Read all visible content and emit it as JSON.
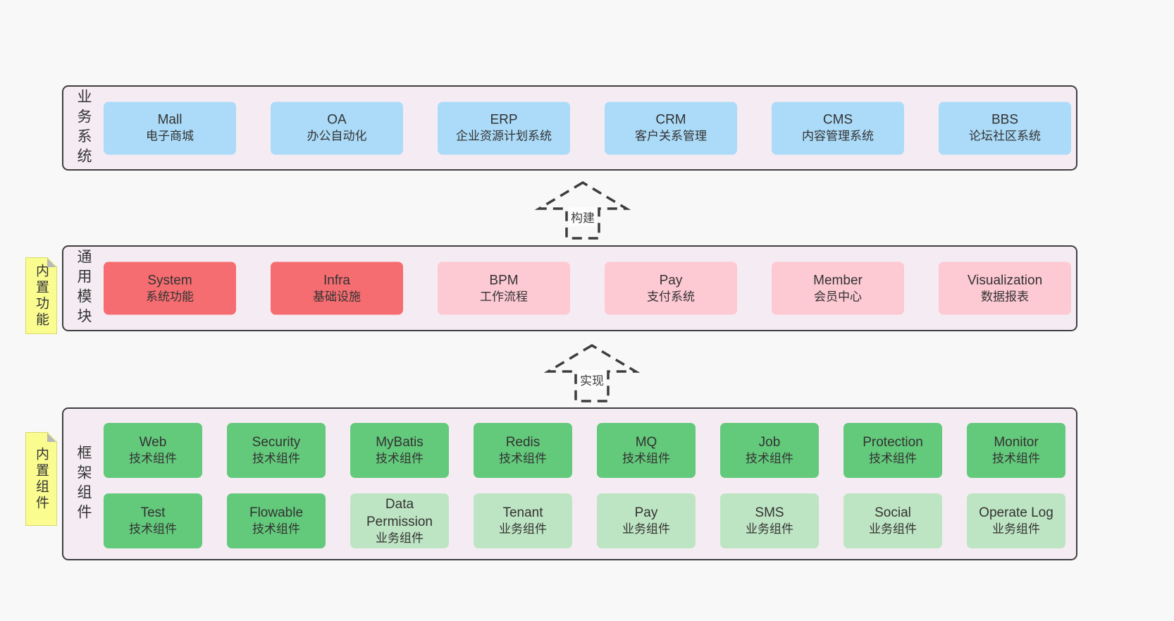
{
  "colors": {
    "page_bg": "#f8f8f8",
    "layer_bg": "#f5ecf3",
    "layer_border": "#3f3f3f",
    "blue": "#abdbf8",
    "red": "#f56d71",
    "pink": "#fdc9d3",
    "green": "#63c97b",
    "light_green": "#bee5c3",
    "sticky_yellow": "#fafc90",
    "text": "#333333"
  },
  "arrows": [
    {
      "label": "构建"
    },
    {
      "label": "实现"
    }
  ],
  "stickies": [
    {
      "label": "内置功能"
    },
    {
      "label": "内置组件"
    }
  ],
  "layers": [
    {
      "label": "业务系统",
      "rows": [
        [
          {
            "name": "Mall",
            "desc": "电子商城",
            "color": "blue"
          },
          {
            "name": "OA",
            "desc": "办公自动化",
            "color": "blue"
          },
          {
            "name": "ERP",
            "desc": "企业资源计划系统",
            "color": "blue"
          },
          {
            "name": "CRM",
            "desc": "客户关系管理",
            "color": "blue"
          },
          {
            "name": "CMS",
            "desc": "内容管理系统",
            "color": "blue"
          },
          {
            "name": "BBS",
            "desc": "论坛社区系统",
            "color": "blue"
          }
        ]
      ]
    },
    {
      "label": "通用模块",
      "rows": [
        [
          {
            "name": "System",
            "desc": "系统功能",
            "color": "red"
          },
          {
            "name": "Infra",
            "desc": "基础设施",
            "color": "red"
          },
          {
            "name": "BPM",
            "desc": "工作流程",
            "color": "pink"
          },
          {
            "name": "Pay",
            "desc": "支付系统",
            "color": "pink"
          },
          {
            "name": "Member",
            "desc": "会员中心",
            "color": "pink"
          },
          {
            "name": "Visualization",
            "desc": "数据报表",
            "color": "pink"
          }
        ]
      ]
    },
    {
      "label": "框架组件",
      "rows": [
        [
          {
            "name": "Web",
            "desc": "技术组件",
            "color": "green"
          },
          {
            "name": "Security",
            "desc": "技术组件",
            "color": "green"
          },
          {
            "name": "MyBatis",
            "desc": "技术组件",
            "color": "green"
          },
          {
            "name": "Redis",
            "desc": "技术组件",
            "color": "green"
          },
          {
            "name": "MQ",
            "desc": "技术组件",
            "color": "green"
          },
          {
            "name": "Job",
            "desc": "技术组件",
            "color": "green"
          },
          {
            "name": "Protection",
            "desc": "技术组件",
            "color": "green"
          },
          {
            "name": "Monitor",
            "desc": "技术组件",
            "color": "green"
          }
        ],
        [
          {
            "name": "Test",
            "desc": "技术组件",
            "color": "green"
          },
          {
            "name": "Flowable",
            "desc": "技术组件",
            "color": "green"
          },
          {
            "name": "Data Permission",
            "desc": "业务组件",
            "color": "light_green"
          },
          {
            "name": "Tenant",
            "desc": "业务组件",
            "color": "light_green"
          },
          {
            "name": "Pay",
            "desc": "业务组件",
            "color": "light_green"
          },
          {
            "name": "SMS",
            "desc": "业务组件",
            "color": "light_green"
          },
          {
            "name": "Social",
            "desc": "业务组件",
            "color": "light_green"
          },
          {
            "name": "Operate Log",
            "desc": "业务组件",
            "color": "light_green"
          }
        ]
      ]
    }
  ]
}
